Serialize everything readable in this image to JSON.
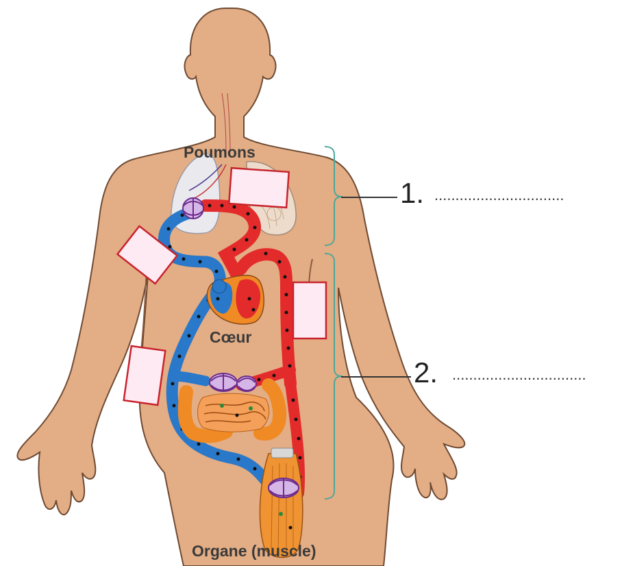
{
  "labels": {
    "lungs": "Poumons",
    "heart": "Cœur",
    "organ": "Organe (muscle)"
  },
  "questions": [
    {
      "number": "1.",
      "dots": "..............................."
    },
    {
      "number": "2.",
      "dots": "................................"
    }
  ],
  "answer_boxes_count": 4,
  "colors": {
    "skin": "#e3ad85",
    "skin_outline": "#6e4a33",
    "oxygenated_blood": "#e32b2b",
    "deoxygenated_blood": "#2a78c9",
    "capillaries": "#6c2b8c",
    "intestine": "#f08a24",
    "muscle": "#f09433",
    "bracket": "#4aa89a",
    "box_border": "#c8232c",
    "box_fill": "#fdeaf3"
  }
}
